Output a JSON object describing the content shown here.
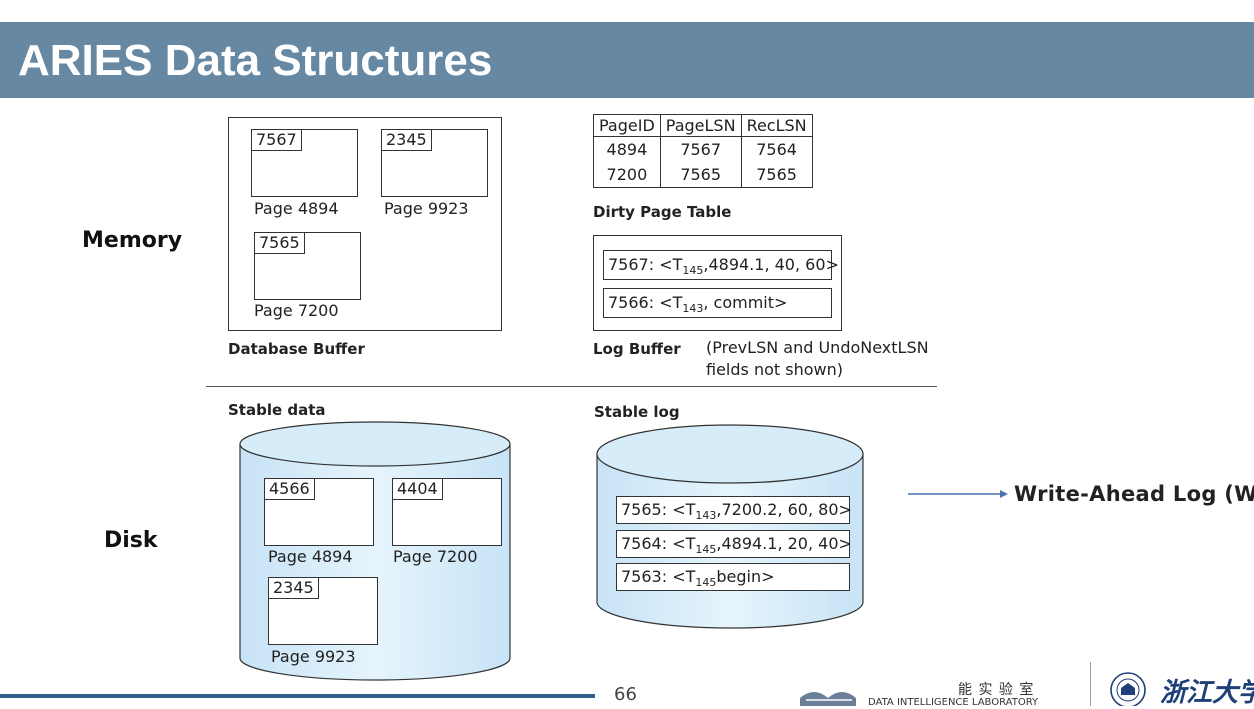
{
  "slide": {
    "title": "ARIES Data Structures",
    "page_number": "66"
  },
  "labels": {
    "memory": "Memory",
    "disk": "Disk"
  },
  "database_buffer": {
    "caption": "Database Buffer",
    "pages": [
      {
        "lsn": "7567",
        "caption": "Page 4894"
      },
      {
        "lsn": "2345",
        "caption": "Page 9923"
      },
      {
        "lsn": "7565",
        "caption": "Page 7200"
      }
    ]
  },
  "dirty_page_table": {
    "caption": "Dirty Page Table",
    "headers": [
      "PageID",
      "PageLSN",
      "RecLSN"
    ],
    "rows": [
      [
        "4894",
        "7567",
        "7564"
      ],
      [
        "7200",
        "7565",
        "7565"
      ]
    ]
  },
  "log_buffer": {
    "caption": "Log Buffer",
    "note_line1": "(PrevLSN and UndoNextLSN",
    "note_line2": "fields not shown)",
    "records": [
      {
        "prefix": "7567: <T",
        "sub": "145",
        "suffix": ",4894.1, 40, 60>"
      },
      {
        "prefix": "7566: <T",
        "sub": "143",
        "suffix": ", commit>"
      }
    ]
  },
  "stable_data": {
    "caption": "Stable data",
    "pages": [
      {
        "lsn": "4566",
        "caption": "Page 4894"
      },
      {
        "lsn": "4404",
        "caption": "Page 7200"
      },
      {
        "lsn": "2345",
        "caption": "Page 9923"
      }
    ]
  },
  "stable_log": {
    "caption": "Stable log",
    "records": [
      {
        "prefix": "7565: <T",
        "sub": "143",
        "suffix": ",7200.2, 60, 80>"
      },
      {
        "prefix": "7564: <T",
        "sub": "145",
        "suffix": ",4894.1, 20, 40>"
      },
      {
        "prefix": "7563: <T",
        "sub": "145",
        "suffix": "begin>"
      }
    ]
  },
  "wal": {
    "label": "Write-Ahead Log (WA"
  },
  "footer": {
    "lab_cn": "能 实 验 室",
    "lab_en": "DATA INTELLIGENCE LABORATORY",
    "univ_cn": "浙江大学"
  },
  "colors": {
    "title_bar": "#6788a3",
    "cylinder_fill": "#d6ecf9",
    "arrow": "#4a72b0",
    "footer_line": "#2f5f8a"
  }
}
